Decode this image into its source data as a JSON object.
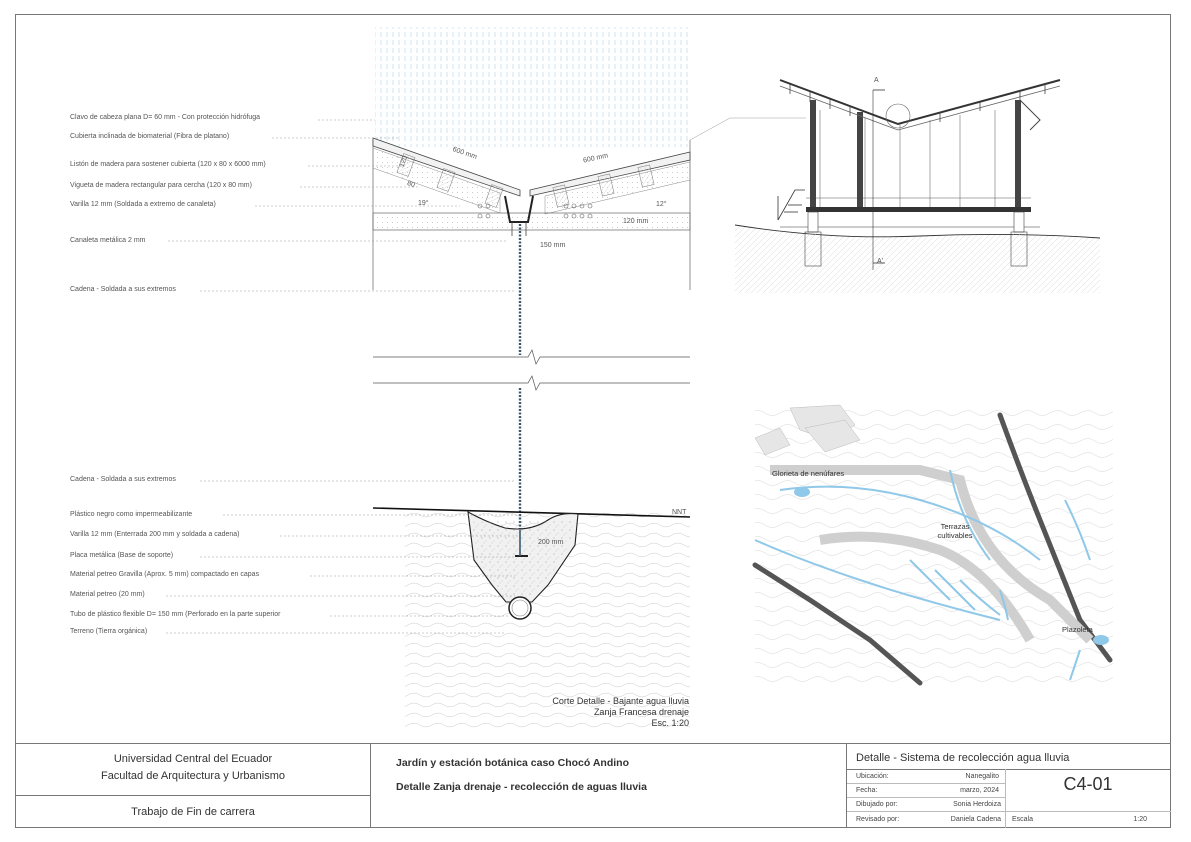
{
  "detail": {
    "labels": [
      "Clavo de cabeza plana D= 60 mm - Con protección hidrófuga",
      "Cubierta inclinada de biomaterial (Fibra de platano)",
      "Listón de madera para sostener cubierta (120 x 80 x 6000 mm)",
      "Vigueta de madera rectangular para cercha (120 x 80 mm)",
      "Varilla 12 mm (Soldada a extremo de canaleta)",
      "Canaleta metálica 2 mm",
      "Cadena - Soldada a sus extremos",
      "Cadena - Soldada a sus extremos",
      "Plástico negro como impermeabilizante",
      "Varilla 12 mm (Enterrada 200 mm y soldada a cadena)",
      "Placa metálica (Base de soporte)",
      "Material petreo Gravilla (Aprox. 5 mm) compactado en capas",
      "Material petreo (20 mm)",
      "Tubo de plástico flexible  D= 150 mm (Perforado en la parte superior",
      "Terreno (Tierra orgánica)"
    ],
    "dims": {
      "d600a": "600 mm",
      "d600b": "600 mm",
      "d120v": "120",
      "d80": "80",
      "a19": "19°",
      "a12": "12°",
      "d120mm": "120 mm",
      "d150": "150 mm",
      "d200": "200 mm",
      "nnt": "NNT"
    },
    "caption": {
      "line1": "Corte Detalle - Bajante agua lluvia",
      "line2": "Zanja Francesa drenaje",
      "line3": "Esc. 1:20"
    }
  },
  "section": {
    "markA": "A",
    "markA2": "A'"
  },
  "map": {
    "label1": "Glorieta de nenúfares",
    "label2a": "Terrazas",
    "label2b": "cultivables",
    "label3": "Plazoleta"
  },
  "title_block": {
    "university": "Universidad Central del Ecuador",
    "faculty": "Facultad de Arquitectura y Urbanismo",
    "work_type": "Trabajo de Fin de carrera",
    "project": "Jardín y estación botánica caso Chocó Andino",
    "subject": "Detalle Zanja drenaje - recolección de aguas lluvia",
    "sheet_title": "Detalle - Sistema de recolección agua lluvia",
    "loc_label": "Ubicación:",
    "loc_value": "Nanegalito",
    "date_label": "Fecha:",
    "date_value": "marzo, 2024",
    "drawn_label": "Dibujado por:",
    "drawn_value": "Sonia Herdoiza",
    "rev_label": "Revisado por:",
    "rev_value": "Daniela Cadena",
    "scale_label": "Escala",
    "scale_value": "1:20",
    "sheet_code": "C4-01"
  }
}
